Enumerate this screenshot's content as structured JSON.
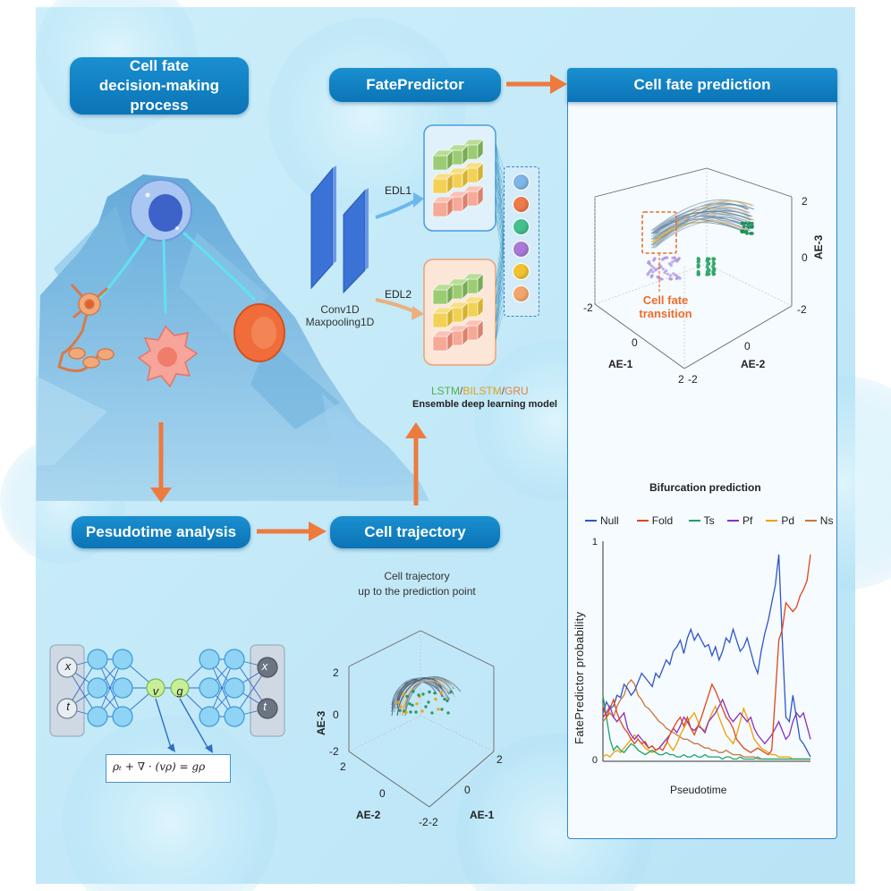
{
  "headers": {
    "cell_fate_process_line1": "Cell fate",
    "cell_fate_process_line2": "decision-making process",
    "fatepredictor": "FatePredictor",
    "cell_fate_prediction": "Cell fate prediction",
    "pseudotime_analysis": "Pesudotime analysis",
    "cell_trajectory": "Cell trajectory"
  },
  "model": {
    "edl1": "EDL1",
    "edl2": "EDL2",
    "conv_label_line1": "Conv1D",
    "conv_label_line2": "Maxpooling1D",
    "lstm": "LSTM",
    "slash1": "/",
    "bilstm": "BILSTM",
    "slash2": "/",
    "gru": "GRU",
    "ensemble": "Ensemble deep learning model",
    "output_colors": [
      "#7fb6e8",
      "#ef7a4a",
      "#44c08e",
      "#a87ad8",
      "#f2c230",
      "#f2a66e"
    ]
  },
  "prediction_3d": {
    "axis_ae1": "AE-1",
    "axis_ae2": "AE-2",
    "axis_ae3": "AE-3",
    "transition_line1": "Cell fate",
    "transition_line2": "transition",
    "ticks_ae3": [
      "2",
      "0",
      "-2"
    ],
    "ticks_ae1": [
      "-2",
      "0",
      "2"
    ],
    "ticks_ae2": [
      "-2",
      "0",
      "2"
    ]
  },
  "trajectory_3d": {
    "caption_line1": "Cell trajectory",
    "caption_line2": "up to the prediction point",
    "axis_ae1": "AE-1",
    "axis_ae2": "AE-2",
    "axis_ae3": "AE-3",
    "ticks_ae3": [
      "2",
      "0",
      "-2"
    ],
    "ticks_ae2": [
      "2",
      "0",
      "-2"
    ],
    "ticks_ae1": [
      "-2",
      "0",
      "2"
    ]
  },
  "network": {
    "input_x": "x",
    "input_t": "t",
    "node_v": "v",
    "node_g": "g",
    "output_x": "x",
    "output_t": "t",
    "equation": "ρₜ  +  ∇  ·  (vρ)  =  gρ"
  },
  "chart_data": {
    "type": "line",
    "title": "Bifurcation prediction",
    "xlabel": "Pseudotime",
    "ylabel": "FatePredictor probability",
    "ylim": [
      0,
      1
    ],
    "yticks": [
      "1",
      "0"
    ],
    "legend_position": "top",
    "x": [
      0,
      1,
      2,
      3,
      4,
      5,
      6,
      7,
      8,
      9,
      10,
      11,
      12,
      13,
      14,
      15,
      16,
      17,
      18,
      19,
      20,
      21,
      22,
      23,
      24,
      25,
      26,
      27,
      28,
      29,
      30,
      31,
      32,
      33,
      34,
      35,
      36,
      37,
      38,
      39,
      40,
      41,
      42,
      43,
      44,
      45,
      46,
      47,
      48,
      49,
      50,
      51,
      52,
      53,
      54,
      55,
      56,
      57,
      58,
      59
    ],
    "series": [
      {
        "name": "Null",
        "color": "#2f55c8",
        "values": [
          0.22,
          0.27,
          0.24,
          0.25,
          0.3,
          0.29,
          0.35,
          0.33,
          0.3,
          0.32,
          0.36,
          0.4,
          0.38,
          0.36,
          0.34,
          0.4,
          0.38,
          0.42,
          0.46,
          0.44,
          0.5,
          0.52,
          0.55,
          0.49,
          0.56,
          0.6,
          0.55,
          0.58,
          0.55,
          0.52,
          0.53,
          0.48,
          0.52,
          0.46,
          0.5,
          0.56,
          0.54,
          0.6,
          0.55,
          0.5,
          0.52,
          0.56,
          0.5,
          0.44,
          0.4,
          0.5,
          0.58,
          0.64,
          0.72,
          0.8,
          0.94,
          0.55,
          0.2,
          0.18,
          0.3,
          0.2,
          0.1,
          0.08,
          0.05,
          0.02
        ]
      },
      {
        "name": "Fold",
        "color": "#e0471a",
        "values": [
          0.25,
          0.2,
          0.24,
          0.28,
          0.22,
          0.18,
          0.15,
          0.13,
          0.1,
          0.08,
          0.1,
          0.08,
          0.09,
          0.06,
          0.07,
          0.05,
          0.06,
          0.05,
          0.08,
          0.12,
          0.15,
          0.18,
          0.2,
          0.16,
          0.2,
          0.15,
          0.12,
          0.16,
          0.2,
          0.25,
          0.3,
          0.35,
          0.32,
          0.28,
          0.24,
          0.2,
          0.18,
          0.15,
          0.1,
          0.08,
          0.06,
          0.05,
          0.04,
          0.05,
          0.06,
          0.05,
          0.04,
          0.03,
          0.05,
          0.3,
          0.55,
          0.6,
          0.72,
          0.7,
          0.68,
          0.7,
          0.75,
          0.78,
          0.82,
          0.94
        ]
      },
      {
        "name": "Ts",
        "color": "#1fa06a",
        "values": [
          0.3,
          0.2,
          0.1,
          0.05,
          0.07,
          0.05,
          0.04,
          0.06,
          0.08,
          0.07,
          0.05,
          0.04,
          0.03,
          0.04,
          0.05,
          0.04,
          0.03,
          0.03,
          0.04,
          0.03,
          0.03,
          0.02,
          0.02,
          0.03,
          0.02,
          0.02,
          0.03,
          0.02,
          0.02,
          0.03,
          0.02,
          0.02,
          0.02,
          0.02,
          0.01,
          0.02,
          0.02,
          0.01,
          0.01,
          0.02,
          0.01,
          0.01,
          0.01,
          0.01,
          0.02,
          0.01,
          0.01,
          0.01,
          0.01,
          0.01,
          0.01,
          0.01,
          0.01,
          0.01,
          0.01,
          0.01,
          0.01,
          0.01,
          0.01,
          0.01
        ]
      },
      {
        "name": "Pf",
        "color": "#8a2fc0",
        "values": [
          0.2,
          0.22,
          0.25,
          0.2,
          0.18,
          0.2,
          0.22,
          0.15,
          0.12,
          0.1,
          0.12,
          0.1,
          0.08,
          0.06,
          0.07,
          0.05,
          0.06,
          0.08,
          0.1,
          0.12,
          0.15,
          0.13,
          0.16,
          0.2,
          0.18,
          0.15,
          0.14,
          0.16,
          0.15,
          0.13,
          0.18,
          0.2,
          0.22,
          0.25,
          0.28,
          0.24,
          0.2,
          0.18,
          0.2,
          0.22,
          0.2,
          0.18,
          0.2,
          0.15,
          0.12,
          0.1,
          0.08,
          0.1,
          0.12,
          0.15,
          0.18,
          0.14,
          0.1,
          0.12,
          0.18,
          0.22,
          0.2,
          0.22,
          0.16,
          0.1
        ]
      },
      {
        "name": "Pd",
        "color": "#f0a000",
        "values": [
          0.02,
          0.03,
          0.02,
          0.04,
          0.05,
          0.04,
          0.06,
          0.08,
          0.1,
          0.12,
          0.1,
          0.08,
          0.06,
          0.05,
          0.04,
          0.05,
          0.06,
          0.08,
          0.1,
          0.07,
          0.05,
          0.08,
          0.12,
          0.15,
          0.18,
          0.2,
          0.22,
          0.18,
          0.15,
          0.14,
          0.18,
          0.22,
          0.25,
          0.2,
          0.16,
          0.12,
          0.1,
          0.08,
          0.12,
          0.18,
          0.24,
          0.2,
          0.15,
          0.1,
          0.08,
          0.06,
          0.05,
          0.04,
          0.03,
          0.03,
          0.02,
          0.02,
          0.02,
          0.02,
          0.01,
          0.01,
          0.01,
          0.01,
          0.01,
          0.01
        ]
      },
      {
        "name": "Ns",
        "color": "#c9763c",
        "values": [
          0.18,
          0.2,
          0.22,
          0.2,
          0.25,
          0.28,
          0.3,
          0.35,
          0.37,
          0.35,
          0.3,
          0.28,
          0.25,
          0.24,
          0.22,
          0.2,
          0.18,
          0.17,
          0.15,
          0.14,
          0.13,
          0.12,
          0.11,
          0.1,
          0.1,
          0.09,
          0.08,
          0.08,
          0.07,
          0.06,
          0.06,
          0.05,
          0.05,
          0.04,
          0.04,
          0.05,
          0.04,
          0.03,
          0.03,
          0.03,
          0.02,
          0.02,
          0.02,
          0.02,
          0.01,
          0.01,
          0.01,
          0.01,
          0.01,
          0.01,
          0.01,
          0.01,
          0.01,
          0.01,
          0.01,
          0.01,
          0.01,
          0.01,
          0.01,
          0.01
        ]
      }
    ]
  }
}
